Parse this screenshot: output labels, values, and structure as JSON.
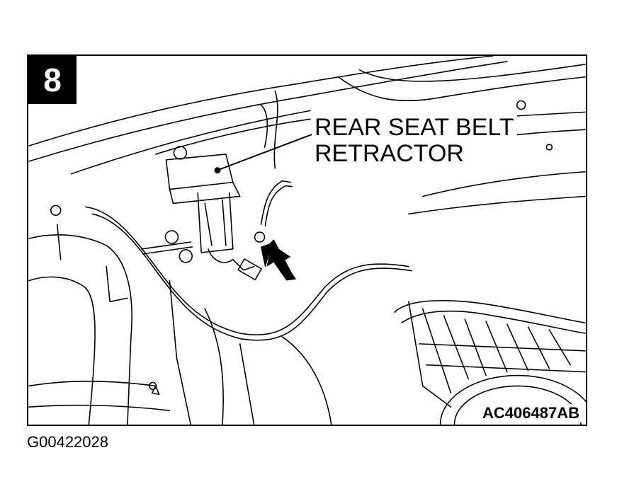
{
  "figure": {
    "step_number": "8",
    "callout_line1": "REAR SEAT BELT",
    "callout_line2": "RETRACTOR",
    "figure_code": "AC406487AB"
  },
  "image_id": "G00422028",
  "icons": {
    "pointer_arrow": "arrow-icon"
  },
  "colors": {
    "ink": "#000000",
    "paper": "#ffffff"
  }
}
